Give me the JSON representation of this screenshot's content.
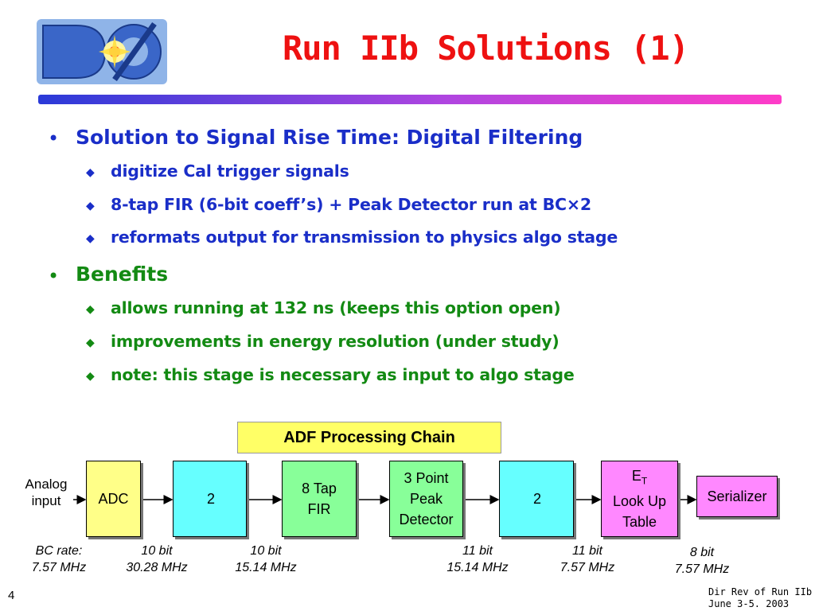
{
  "header": {
    "logo_text": "DØ",
    "title": "Run IIb Solutions (1)"
  },
  "bullets": [
    {
      "text": "Solution to Signal Rise Time: Digital Filtering",
      "color": "#1a2ec8",
      "sub": [
        "digitize Cal trigger signals",
        "8-tap FIR (6-bit coeff’s) + Peak Detector run at BC×2",
        "reformats output for transmission to physics algo stage"
      ]
    },
    {
      "text": "Benefits",
      "color": "#138a13",
      "sub": [
        "allows running at 132 ns (keeps this option open)",
        "improvements in energy resolution (under study)",
        "note: this stage is necessary as input to algo stage"
      ]
    }
  ],
  "diagram": {
    "title": "ADF Processing Chain",
    "input_label": "Analog input",
    "blocks": {
      "adc": "ADC",
      "dec1": "2",
      "fir": [
        "8 Tap",
        "FIR"
      ],
      "peak": [
        "3 Point",
        "Peak",
        "Detector"
      ],
      "dec2": "2",
      "et_main": "E",
      "et_sub": "T",
      "et_rest": [
        "Look Up",
        "Table"
      ],
      "serializer": "Serializer"
    },
    "rates": [
      [
        "BC rate:",
        "7.57 MHz"
      ],
      [
        "10 bit",
        "30.28 MHz"
      ],
      [
        "10 bit",
        "15.14 MHz"
      ],
      [
        "11 bit",
        "15.14 MHz"
      ],
      [
        "11 bit",
        "7.57 MHz"
      ],
      [
        "8 bit",
        "7.57 MHz"
      ]
    ],
    "colors": {
      "adc": "#ffff88",
      "decimator": "#66ffff",
      "fir_peak": "#88ff99",
      "lut": "#ff88ff",
      "serializer": "#ff88ff"
    }
  },
  "footer": {
    "page_number": "4",
    "line1": "Dir Rev of Run IIb",
    "line2": "June 3-5. 2003"
  }
}
